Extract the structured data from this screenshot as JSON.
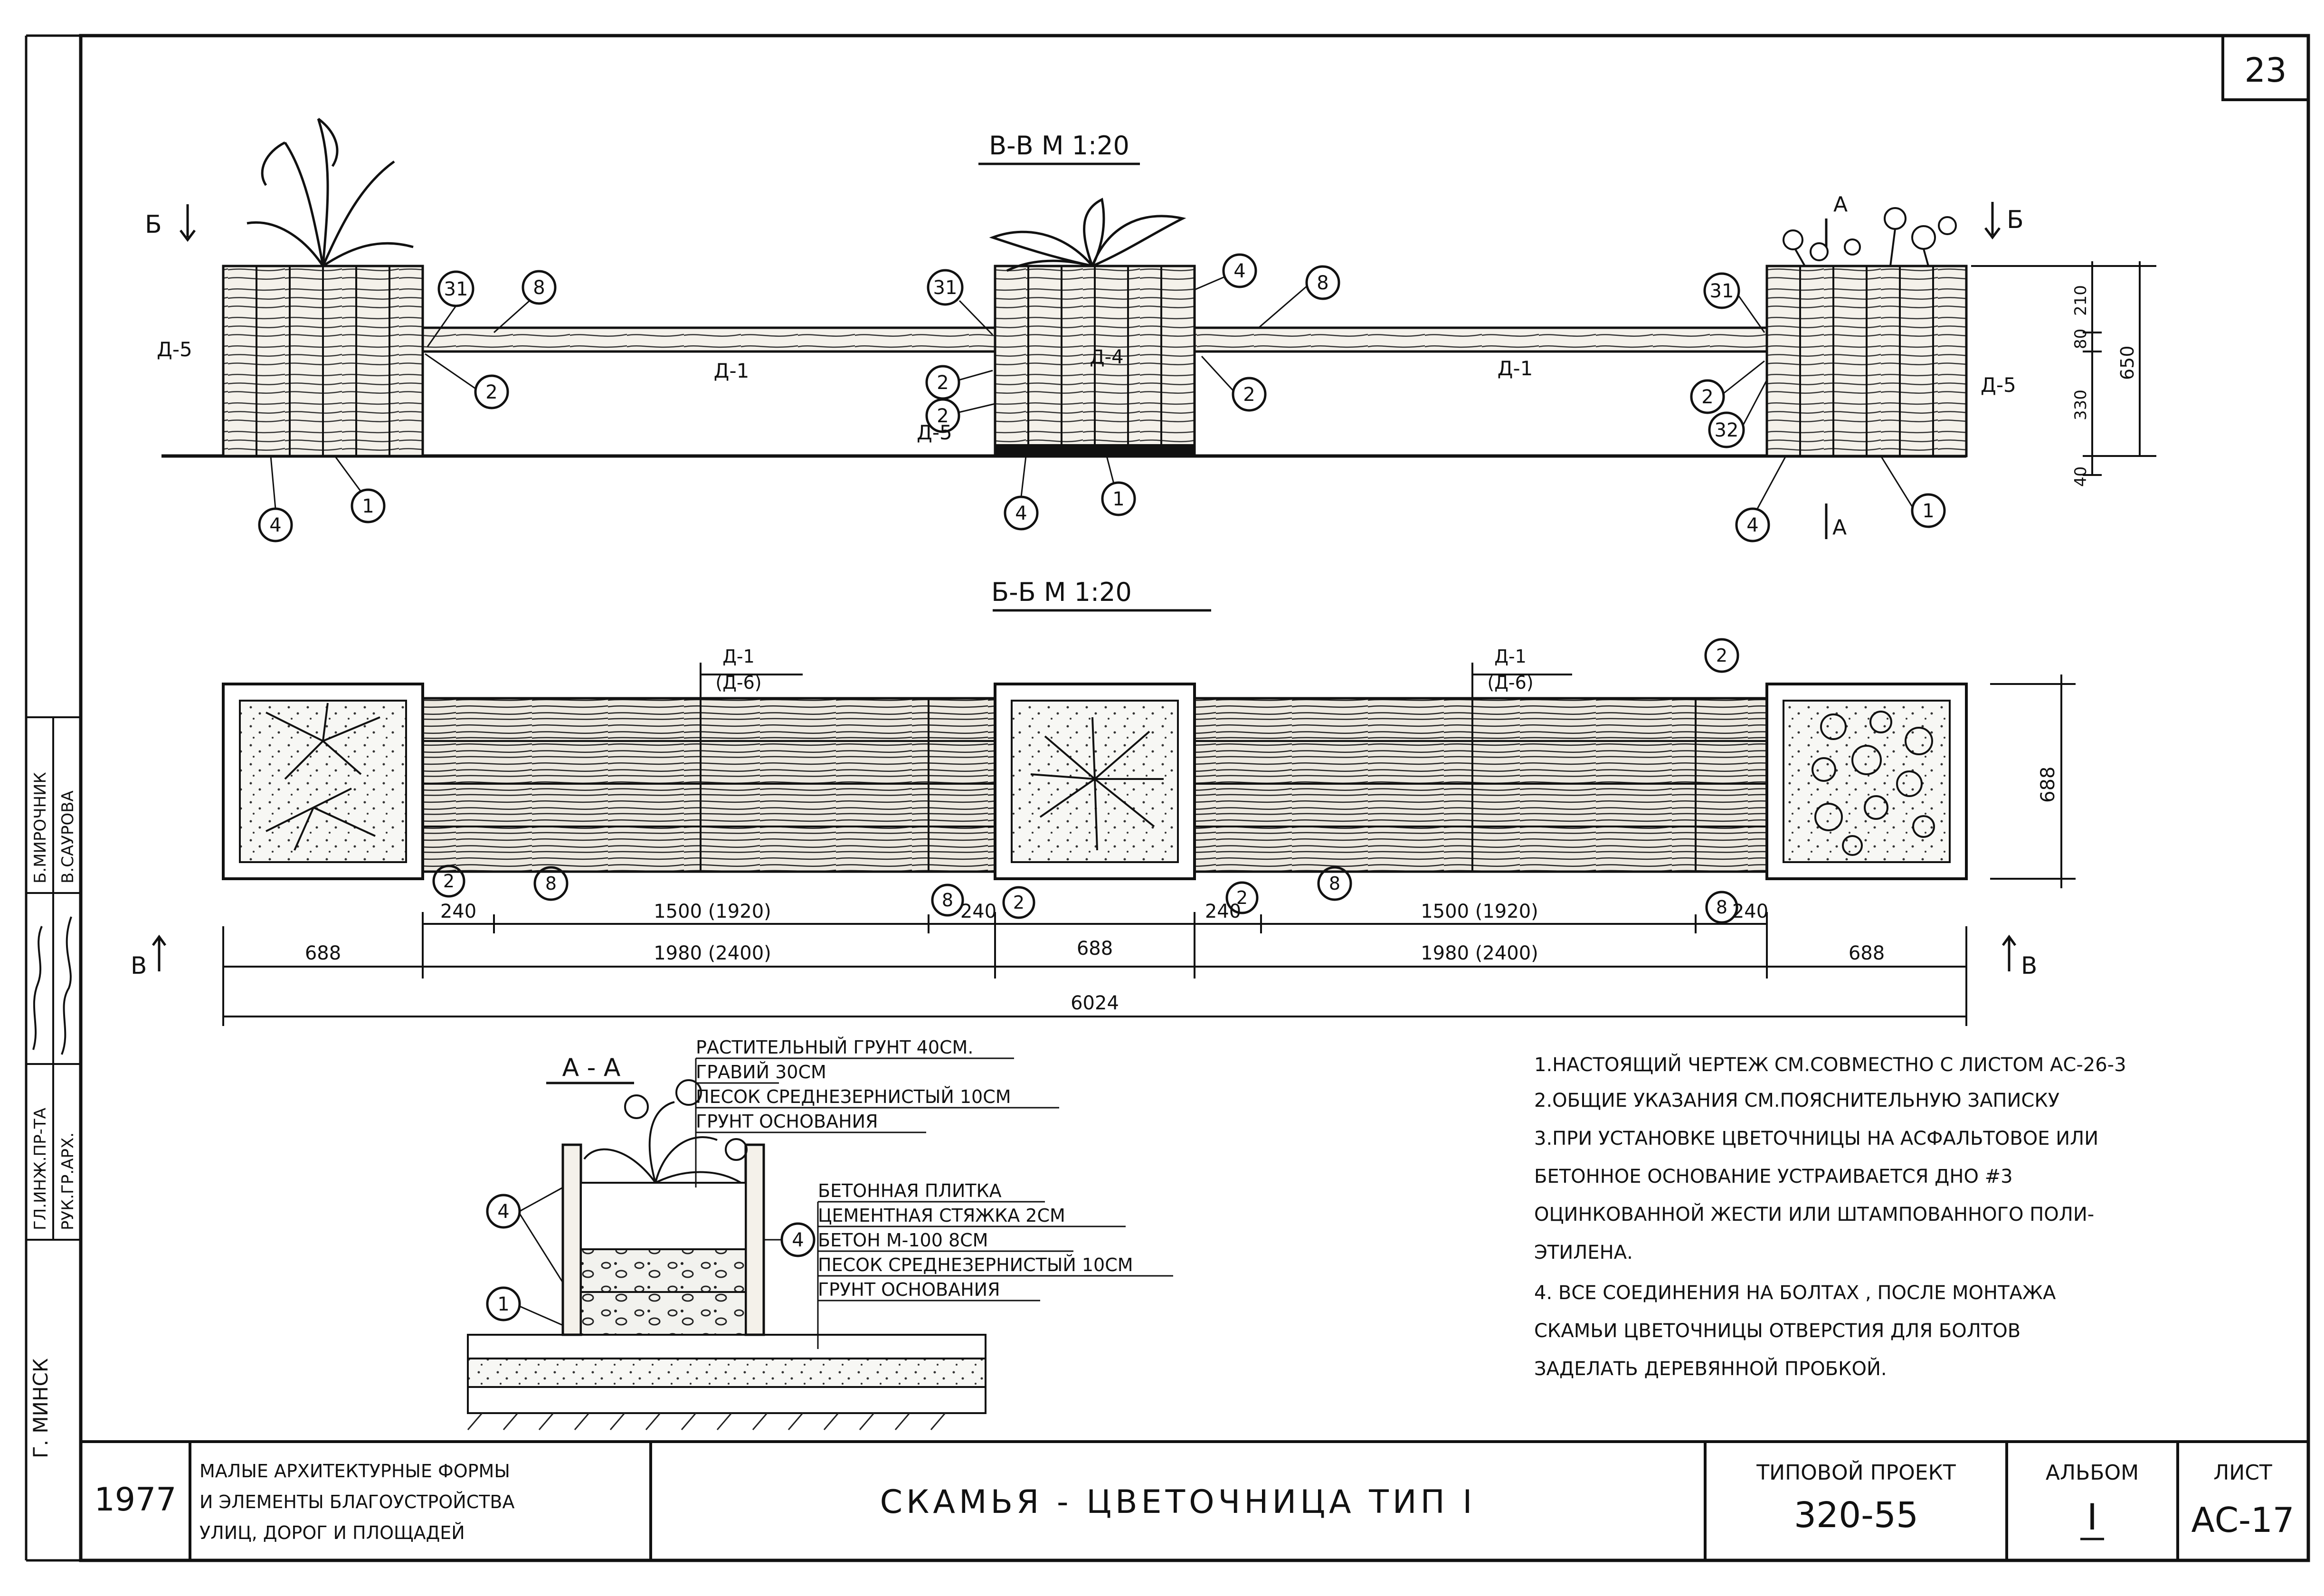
{
  "sheet": {
    "sheet_number": "23",
    "year": "1977",
    "category_lines": [
      "МАЛЫЕ АРХИТЕКТУРНЫЕ ФОРМЫ",
      "И ЭЛЕМЕНТЫ БЛАГОУСТРОЙСТВА",
      "УЛИЦ, ДОРОГ И ПЛОЩАДЕЙ"
    ],
    "title": "СКАМЬЯ - ЦВЕТОЧНИЦА ТИП I",
    "project_label": "ТИПОВОЙ ПРОЕКТ",
    "project_number": "320-55",
    "album_label": "АЛЬБОМ",
    "album_value": "I",
    "list_label": "ЛИСТ",
    "list_value": "АС-17",
    "city": "Г. МИНСК",
    "signature_roles": [
      "ГЛ.ИНЖ.ПР-ТА",
      "РУК.ГР.АРХ."
    ],
    "signature_names": [
      "Б.МИРОЧНИК",
      "В.САУРОВА"
    ]
  },
  "views": {
    "elevation": {
      "title": "В-В  М 1:20",
      "section_marks": {
        "left": "Б",
        "right": "Б",
        "aa_top": "А",
        "aa_bottom": "А"
      },
      "member_labels": {
        "a1": "Д-1",
        "a4": "Д-4",
        "a5": "Д-5"
      },
      "heights": [
        "210",
        "80",
        "330",
        "40"
      ],
      "overall_height": "650",
      "callouts": [
        "31",
        "8",
        "2",
        "1",
        "4",
        "32"
      ]
    },
    "plan": {
      "title": "Б-Б  М 1:20",
      "bench_label": "Д-1",
      "bench_label_alt": "(Д-6)",
      "depth": "688",
      "section_mark": "В",
      "dims_top": [
        "240",
        "1500 (1920)",
        "240",
        "240",
        "1500 (1920)",
        "240"
      ],
      "dims_mid": [
        "688",
        "1980 (2400)",
        "688",
        "1980 (2400)",
        "688"
      ],
      "total": "6024"
    },
    "section_aa": {
      "title": "А - А",
      "layers_top": [
        "РАСТИТЕЛЬНЫЙ ГРУНТ 40СМ.",
        "ГРАВИЙ 30СМ",
        "ПЕСОК СРЕДНЕЗЕРНИСТЫЙ 10СМ",
        "ГРУНТ ОСНОВАНИЯ"
      ],
      "layers_bottom": [
        "БЕТОННАЯ ПЛИТКА",
        "ЦЕМЕНТНАЯ СТЯЖКА 2СМ",
        "БЕТОН М-100  8СМ",
        "ПЕСОК СРЕДНЕЗЕРНИСТЫЙ 10СМ",
        "ГРУНТ ОСНОВАНИЯ"
      ]
    }
  },
  "notes": [
    "1.НАСТОЯЩИЙ  ЧЕРТЕЖ СМ.СОВМЕСТНО С ЛИСТОМ АС-26-3",
    "2.ОБЩИЕ УКАЗАНИЯ СМ.ПОЯСНИТЕЛЬНУЮ ЗАПИСКУ",
    "3.ПРИ УСТАНОВКЕ  ЦВЕТОЧНИЦЫ НА АСФАЛЬТОВОЕ ИЛИ",
    "БЕТОННОЕ ОСНОВАНИЕ УСТРАИВАЕТСЯ ДНО #3",
    "ОЦИНКОВАННОЙ ЖЕСТИ ИЛИ ШТАМПОВАННОГО ПОЛИ-",
    "ЭТИЛЕНА.",
    "4. ВСЕ СОЕДИНЕНИЯ  НА БОЛТАХ , ПОСЛЕ МОНТАЖА",
    "СКАМЬИ ЦВЕТОЧНИЦЫ ОТВЕРСТИЯ ДЛЯ БОЛТОВ",
    "ЗАДЕЛАТЬ  ДЕРЕВЯННОЙ  ПРОБКОЙ."
  ]
}
